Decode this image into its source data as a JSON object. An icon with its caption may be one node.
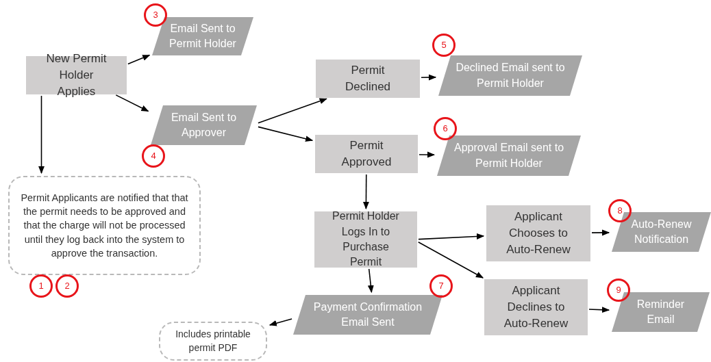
{
  "diagram": {
    "nodes": [
      {
        "text": [
          "New Permit Holder Applies"
        ]
      },
      {
        "text": [
          "Email Sent to Permit Holder"
        ],
        "beside": [
          "3"
        ]
      },
      {
        "text": [
          "Email Sent to Approver"
        ],
        "beside": [
          "4"
        ]
      },
      {
        "text": [
          "Permit Applicants are notified that that the permit needs to be approved and that the charge will not be processed until they log back into the system to approve the transaction."
        ],
        "beside": [
          "1",
          "2"
        ]
      },
      {
        "text": [
          "Permit Declined"
        ]
      },
      {
        "text": [
          "Declined Email sent to Permit Holder"
        ],
        "beside": [
          "5"
        ]
      },
      {
        "text": [
          "Permit Approved"
        ]
      },
      {
        "text": [
          "Approval Email sent to Permit Holder"
        ],
        "beside": [
          "6"
        ]
      },
      {
        "text": [
          "Permit Holder Logs In to Purchase Permit"
        ]
      },
      {
        "text": [
          "Applicant Chooses to Auto-Renew"
        ]
      },
      {
        "text": [
          "Auto-Renew Notification"
        ],
        "beside": [
          "8"
        ]
      },
      {
        "text": [
          "Payment Confirmation Email Sent"
        ],
        "beside": [
          "7"
        ]
      },
      {
        "text": [
          "Includes printable permit PDF"
        ]
      },
      {
        "text": [
          "Applicant Declines to Auto-Renew"
        ]
      },
      {
        "text": [
          "Reminder Email"
        ],
        "beside": [
          "9"
        ]
      }
    ],
    "edges": [
      {
        "from": 0,
        "to": 1,
        "arrow": "to"
      },
      {
        "from": 0,
        "to": 2,
        "arrow": "to"
      },
      {
        "from": 0,
        "to": 3,
        "arrow": "to"
      },
      {
        "from": 2,
        "to": 4,
        "arrow": "to"
      },
      {
        "from": 2,
        "to": 6,
        "arrow": "to"
      },
      {
        "from": 4,
        "to": 5,
        "arrow": "to"
      },
      {
        "from": 6,
        "to": 7,
        "arrow": "to"
      },
      {
        "from": 6,
        "to": 8,
        "arrow": "to"
      },
      {
        "from": 8,
        "to": 9,
        "arrow": "to"
      },
      {
        "from": 8,
        "to": 13,
        "arrow": "to"
      },
      {
        "from": 8,
        "to": 11,
        "arrow": "to"
      },
      {
        "from": 11,
        "to": 12,
        "arrow": "to"
      },
      {
        "from": 9,
        "to": 10,
        "arrow": "to"
      },
      {
        "from": 13,
        "to": 14,
        "arrow": "to"
      }
    ]
  }
}
